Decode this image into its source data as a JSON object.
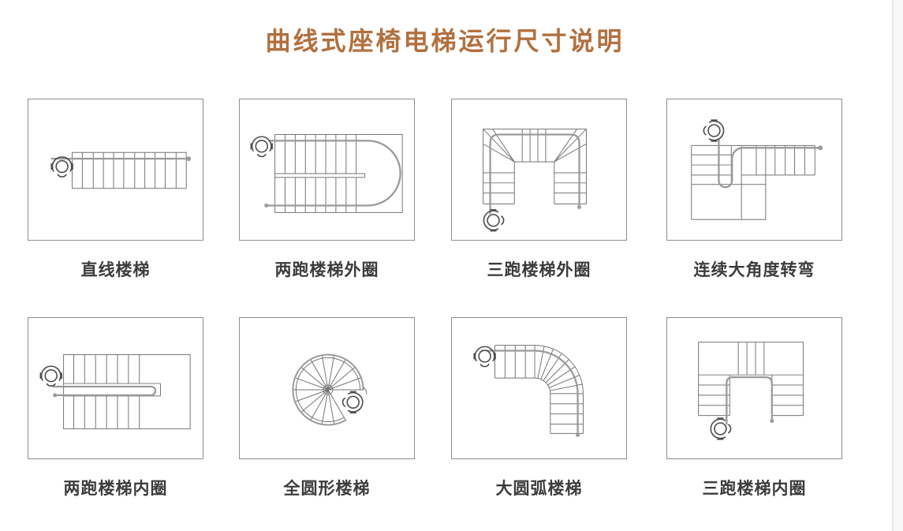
{
  "page": {
    "title": "曲线式座椅电梯运行尺寸说明",
    "title_color": "#b2703e",
    "background_color": "#ffffff",
    "line_color": "#757575",
    "rail_color": "#9a9a9a"
  },
  "diagrams": [
    {
      "id": "straight-stair",
      "label": "直线楼梯",
      "icon": "stairlift-chair-icon"
    },
    {
      "id": "two-flight-outer",
      "label": "两跑楼梯外圈",
      "icon": "stairlift-chair-icon"
    },
    {
      "id": "three-flight-outer",
      "label": "三跑楼梯外圈",
      "icon": "stairlift-chair-icon"
    },
    {
      "id": "continuous-sharp-turn",
      "label": "连续大角度转弯",
      "icon": "stairlift-chair-icon"
    },
    {
      "id": "two-flight-inner",
      "label": "两跑楼梯内圈",
      "icon": "stairlift-chair-icon"
    },
    {
      "id": "full-circle-stair",
      "label": "全圆形楼梯",
      "icon": "stairlift-chair-icon"
    },
    {
      "id": "large-arc-stair",
      "label": "大圆弧楼梯",
      "icon": "stairlift-chair-icon"
    },
    {
      "id": "three-flight-inner",
      "label": "三跑楼梯内圈",
      "icon": "stairlift-chair-icon"
    }
  ]
}
